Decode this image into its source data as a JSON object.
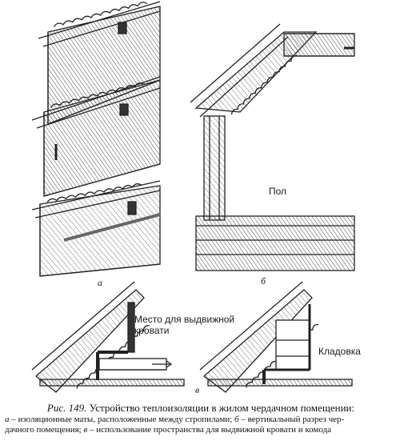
{
  "labels": {
    "floor": "Пол",
    "bed_space_1": "Место для выдвижной",
    "bed_space_2": "кровати",
    "storage": "Кладовка"
  },
  "sublabels": {
    "a": "а",
    "b": "б",
    "v": "в"
  },
  "caption": {
    "ref": "Рис. 149.",
    "title": "Устройство теплоизоляции в жилом чердачном помещении:",
    "a_letter": "а",
    "a_text": " – изоляционные маты, расположенные между стропилами; ",
    "b_letter": "б",
    "b_text": " – вертикальный разрез чер-",
    "line3a": "дачного помещения; ",
    "v_letter": "в",
    "v_text": " – использование пространства для выдвижной кровати и комода"
  }
}
